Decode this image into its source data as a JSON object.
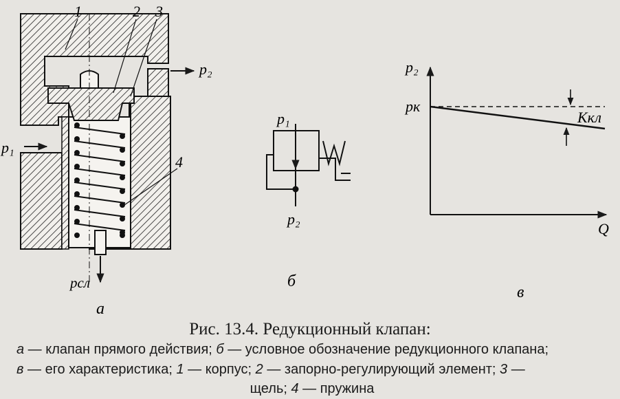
{
  "labels": {
    "a_num1": "1",
    "a_num2": "2",
    "a_num3": "3",
    "a_num4": "4",
    "a_p1": "p₁",
    "a_p2": "p₂",
    "a_psl": "pсл",
    "a_letter": "а",
    "b_p1": "p₁",
    "b_p2": "p₂",
    "b_letter": "б",
    "c_p2": "p₂",
    "c_pk": "pк",
    "c_kkl": "Kкл",
    "c_q": "Q",
    "c_letter": "в"
  },
  "caption": {
    "title": "Рис. 13.4. Редукционный клапан:",
    "l1_a": "а",
    "l1_t1": " — клапан прямого действия; ",
    "l1_b": "б",
    "l1_t2": " — условное обозначение редукционного клапана;",
    "l2_c": "в",
    "l2_t1": " — его характеристика;  ",
    "l2_n1": "1",
    "l2_t2": " — корпус;  ",
    "l2_n2": "2",
    "l2_t3": " — запорно-регулирующий элемент;  ",
    "l2_n3": "3",
    "l2_t4": " —",
    "l3_t1": "щель; ",
    "l3_n4": "4",
    "l3_t2": " — пружина"
  }
}
